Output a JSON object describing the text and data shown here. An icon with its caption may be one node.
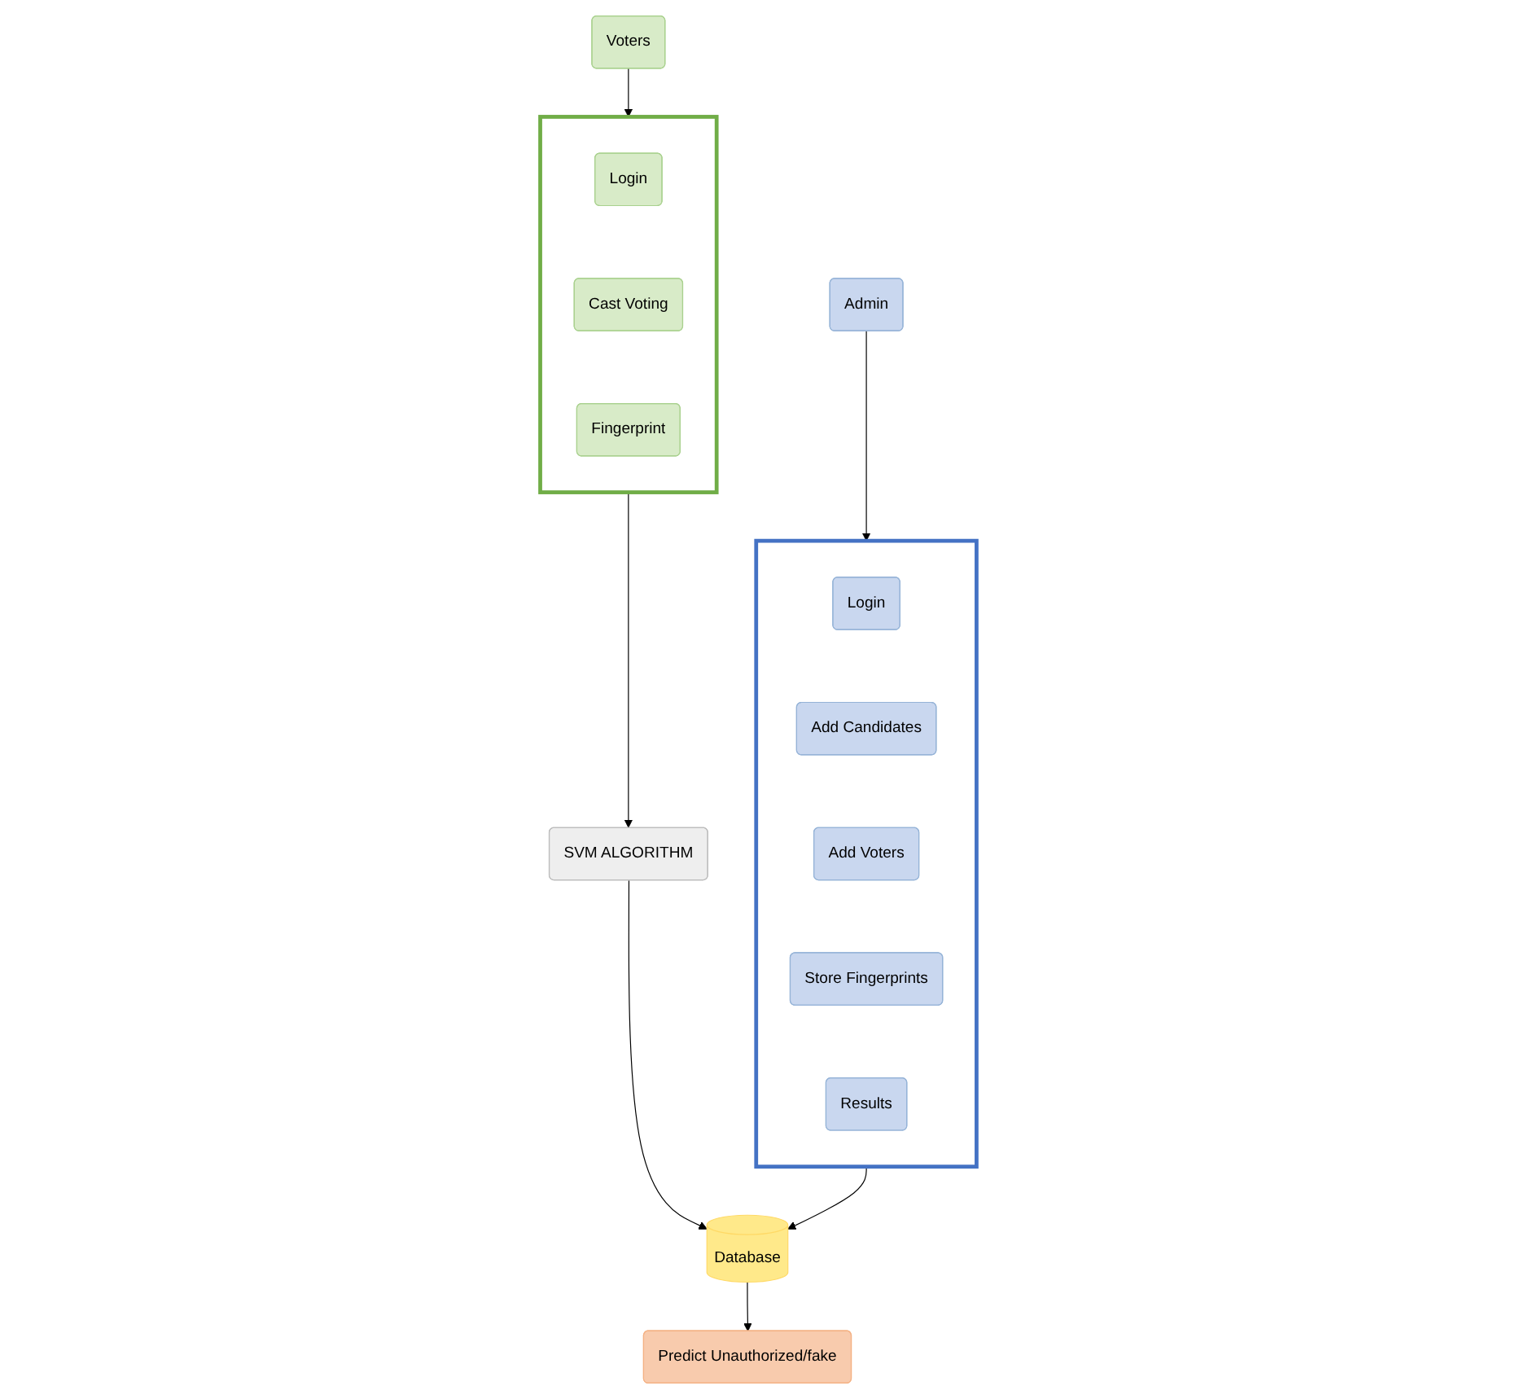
{
  "diagram": {
    "nodes": [
      {
        "text": [
          "Admin"
        ]
      },
      {
        "text": [],
        "shape": "box"
      },
      {
        "text": [
          "Login"
        ],
        "in": 1
      },
      {
        "text": [
          "Add Candidates"
        ],
        "in": 1
      },
      {
        "text": [
          "Add Voters"
        ],
        "in": 1
      },
      {
        "text": [
          "Store Fingerprints"
        ],
        "in": 1
      },
      {
        "text": [
          "Results"
        ],
        "in": 1
      },
      {
        "text": [
          "Voters"
        ]
      },
      {
        "text": [],
        "shape": "box"
      },
      {
        "text": [
          "Login"
        ],
        "in": 8
      },
      {
        "text": [
          "Cast Voting"
        ],
        "in": 8
      },
      {
        "text": [
          "Fingerprint"
        ],
        "in": 8
      },
      {
        "text": [
          "Database"
        ]
      },
      {
        "text": [
          "SVM ALGORITHM"
        ]
      },
      {
        "text": [
          "Predict Unauthorized/fake"
        ]
      }
    ],
    "edges": [
      {
        "from": 0,
        "to": 1,
        "arrow": "to"
      },
      {
        "from": 7,
        "to": 8,
        "arrow": "to"
      },
      {
        "from": 1,
        "to": 12,
        "arrow": "to"
      },
      {
        "from": 8,
        "to": 13,
        "arrow": "to"
      },
      {
        "from": 13,
        "to": 12,
        "arrow": "to"
      },
      {
        "from": 12,
        "to": 14,
        "arrow": "to"
      }
    ]
  }
}
